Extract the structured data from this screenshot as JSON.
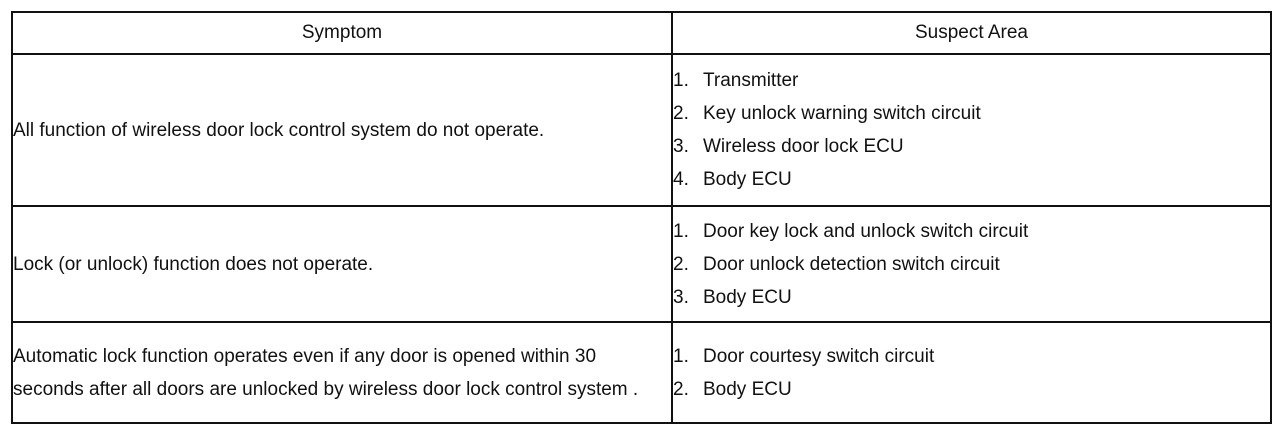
{
  "table": {
    "headers": {
      "symptom": "Symptom",
      "suspect_area": "Suspect Area"
    },
    "rows": [
      {
        "symptom": "All function of wireless door lock control system do not operate.",
        "suspect_areas": [
          {
            "num": "1.",
            "text": "Transmitter"
          },
          {
            "num": "2.",
            "text": "Key unlock warning switch circuit"
          },
          {
            "num": "3.",
            "text": "Wireless door lock ECU"
          },
          {
            "num": "4.",
            "text": "Body ECU"
          }
        ]
      },
      {
        "symptom": "Lock (or unlock) function does not operate.",
        "suspect_areas": [
          {
            "num": "1.",
            "text": "Door key lock and unlock switch circuit"
          },
          {
            "num": "2.",
            "text": "Door unlock detection switch circuit"
          },
          {
            "num": "3.",
            "text": "Body ECU"
          }
        ]
      },
      {
        "symptom": "Automatic lock function operates even if any door is opened within 30 seconds after all doors are unlocked by wireless door lock control system .",
        "suspect_areas": [
          {
            "num": "1.",
            "text": "Door courtesy switch circuit"
          },
          {
            "num": "2.",
            "text": "Body ECU"
          }
        ]
      }
    ]
  }
}
